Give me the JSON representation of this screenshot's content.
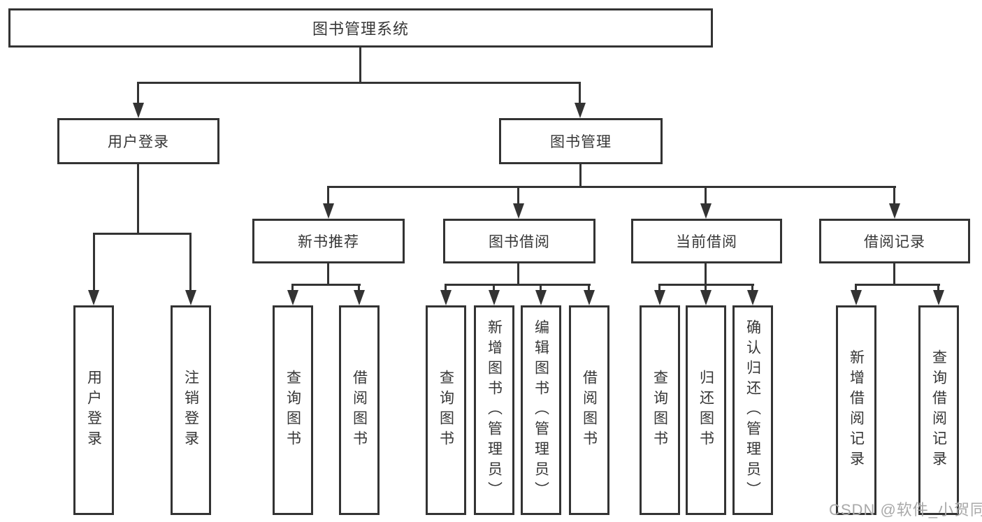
{
  "title": "图书管理系统",
  "branches": {
    "user": {
      "label": "用户登录",
      "children": [
        "用户登录",
        "注销登录"
      ]
    },
    "management": {
      "label": "图书管理",
      "sections": [
        {
          "label": "新书推荐",
          "children": [
            "查询图书",
            "借阅图书"
          ]
        },
        {
          "label": "图书借阅",
          "children": [
            "查询图书",
            "新增图书（管理员）",
            "编辑图书（管理员）",
            "借阅图书"
          ]
        },
        {
          "label": "当前借阅",
          "children": [
            "查询图书",
            "归还图书",
            "确认归还（管理员）"
          ]
        },
        {
          "label": "借阅记录",
          "children": [
            "新增借阅记录",
            "查询借阅记录"
          ]
        }
      ]
    }
  },
  "watermark": {
    "text": "CSDN @软件_小贺同学",
    "color": "#a9a9a9"
  },
  "colors": {
    "line": "#333333",
    "text": "#363636",
    "background": "#ffffff"
  }
}
